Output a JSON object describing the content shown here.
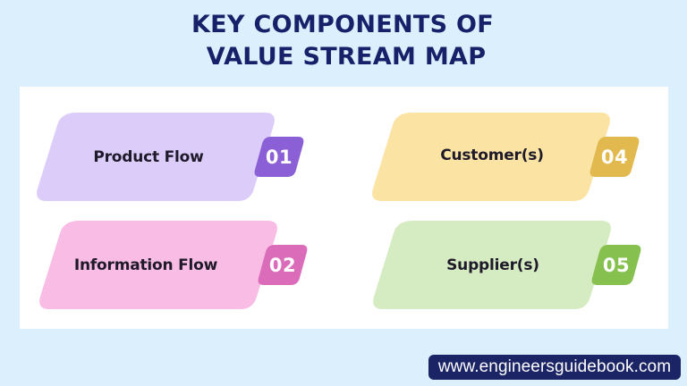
{
  "title": {
    "line1": "KEY COMPONENTS OF",
    "line2": "VALUE STREAM MAP",
    "color": "#16216a"
  },
  "background_color": "#dbeffc",
  "panel_color": "#ffffff",
  "components": [
    {
      "label": "Product Flow",
      "number": "01",
      "card_color": "#dcccfa",
      "badge_color": "#8b5fd6"
    },
    {
      "label": "Information Flow",
      "number": "02",
      "card_color": "#f9bce4",
      "badge_color": "#db6cb9"
    },
    {
      "label": "Customer(s)",
      "number": "04",
      "card_color": "#fbe3a4",
      "badge_color": "#e2b94f"
    },
    {
      "label": "Supplier(s)",
      "number": "05",
      "card_color": "#d5ebc1",
      "badge_color": "#86c150"
    }
  ],
  "footer": {
    "url": "www.engineersguidebook.com",
    "background_color": "#1b2566"
  }
}
